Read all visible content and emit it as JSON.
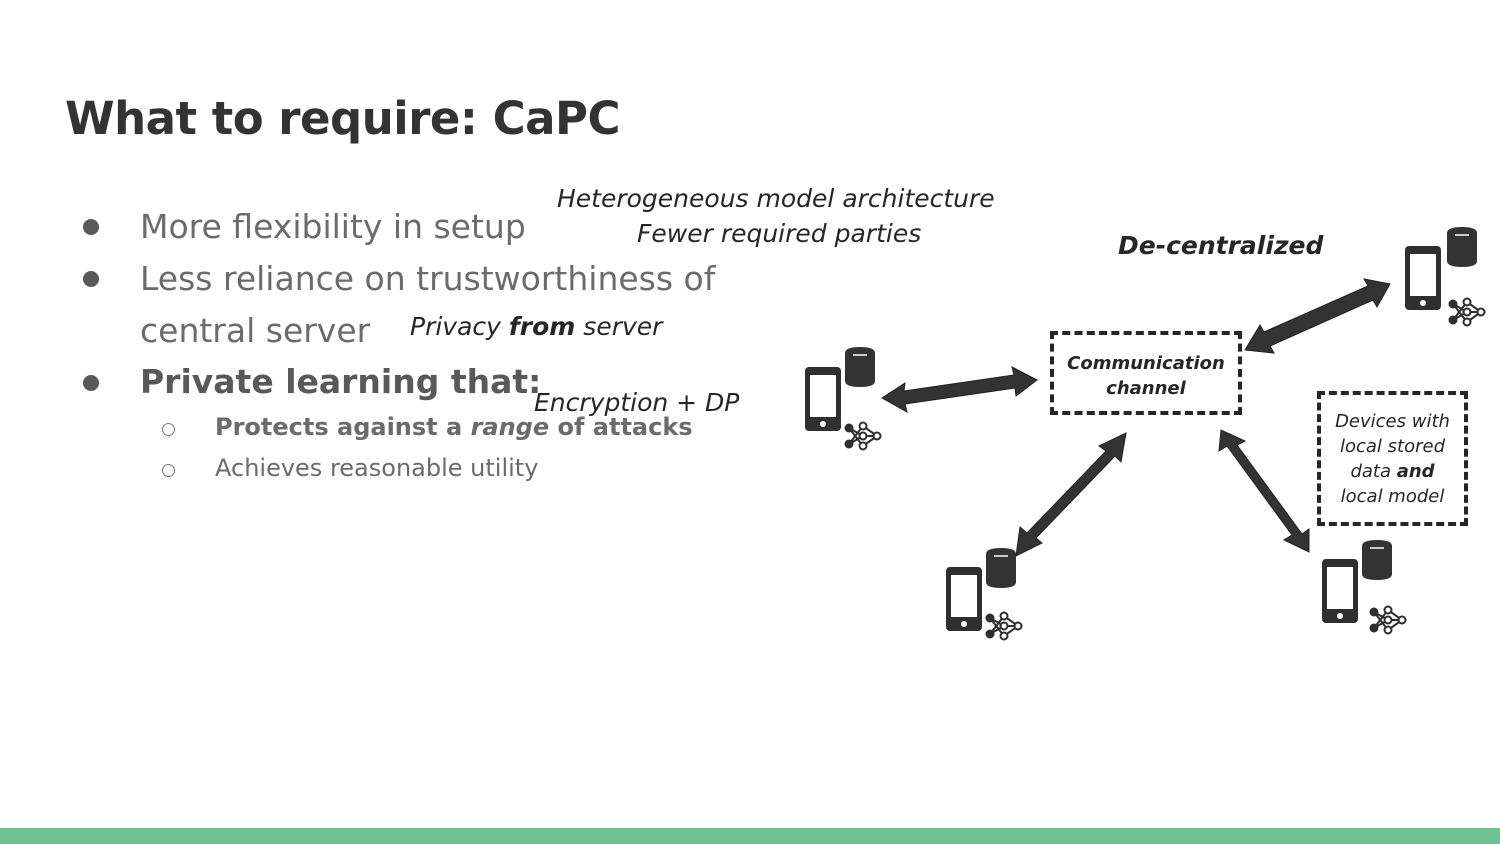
{
  "slide": {
    "title": "What to require: CaPC",
    "bullets": [
      {
        "text": "More flexibility in setup"
      },
      {
        "text": "Less reliance on trustworthiness of"
      },
      {
        "text": "central server"
      },
      {
        "text": "Private learning that:"
      }
    ],
    "sub_bullets": [
      {
        "pre": "Protects against a ",
        "em": "range",
        "post": " of attacks"
      },
      {
        "text": "Achieves reasonable utility"
      }
    ]
  },
  "annotations": {
    "heterogeneous": "Heterogeneous model architecture",
    "fewer_parties": "Fewer required parties",
    "privacy_pre": "Privacy ",
    "privacy_bold": "from",
    "privacy_post": " server",
    "encryption": "Encryption + DP",
    "decentralized": "De-centralized"
  },
  "diagram": {
    "channel_label_line1": "Communication",
    "channel_label_line2": "channel",
    "legend_line1": "Devices with",
    "legend_line2": "local stored",
    "legend_line3_pre": "data ",
    "legend_line3_bold": "and",
    "legend_line4": "local model"
  },
  "colors": {
    "footer_bar": "#6cc391",
    "title": "#333333",
    "dark_icon": "#333333"
  }
}
